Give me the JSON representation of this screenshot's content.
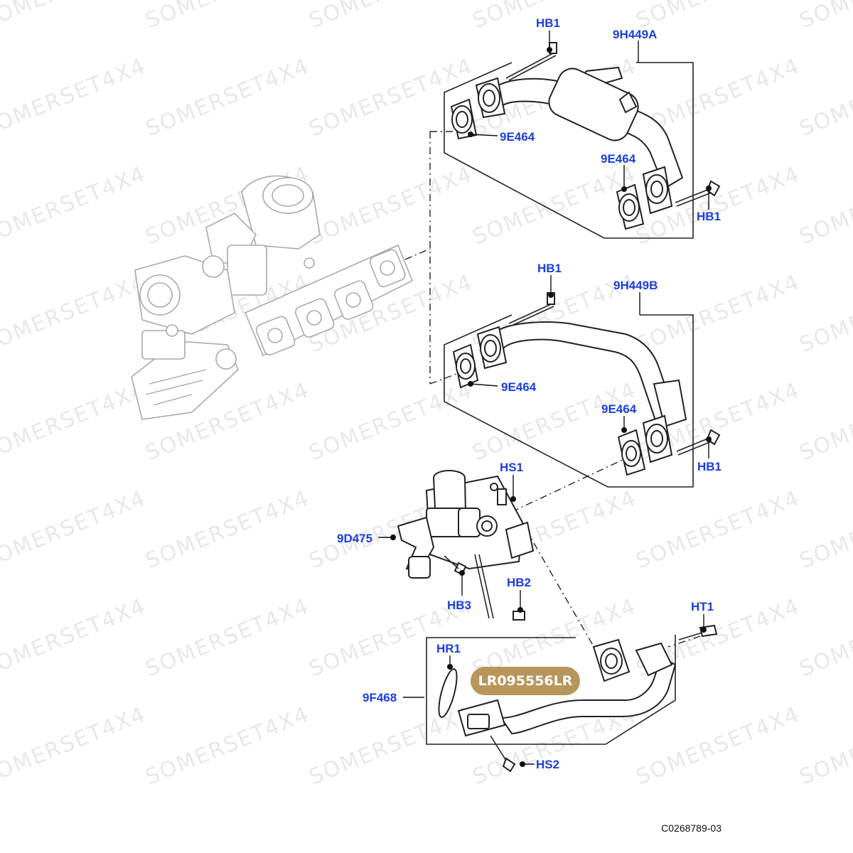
{
  "diagram": {
    "watermark_text": "SOMERSET4X4",
    "badge": {
      "label": "LR095556LR",
      "color": "#b8955a"
    },
    "footer_ref": "C0268789-03",
    "callout_color": "#1a3fd6",
    "labels": {
      "hb1_top_a": "HB1",
      "pipe_a": "9H449A",
      "gasket_a1": "9E464",
      "gasket_a2": "9E464",
      "hb1_right_a": "HB1",
      "hb1_top_b": "HB1",
      "pipe_b": "9H449B",
      "gasket_b1": "9E464",
      "gasket_b2": "9E464",
      "hb1_right_b": "HB1",
      "hs1": "HS1",
      "valve": "9D475",
      "hb2": "HB2",
      "hb3": "HB3",
      "ht1": "HT1",
      "hr1": "HR1",
      "cooler_pipe": "9F468",
      "hs2": "HS2"
    }
  }
}
